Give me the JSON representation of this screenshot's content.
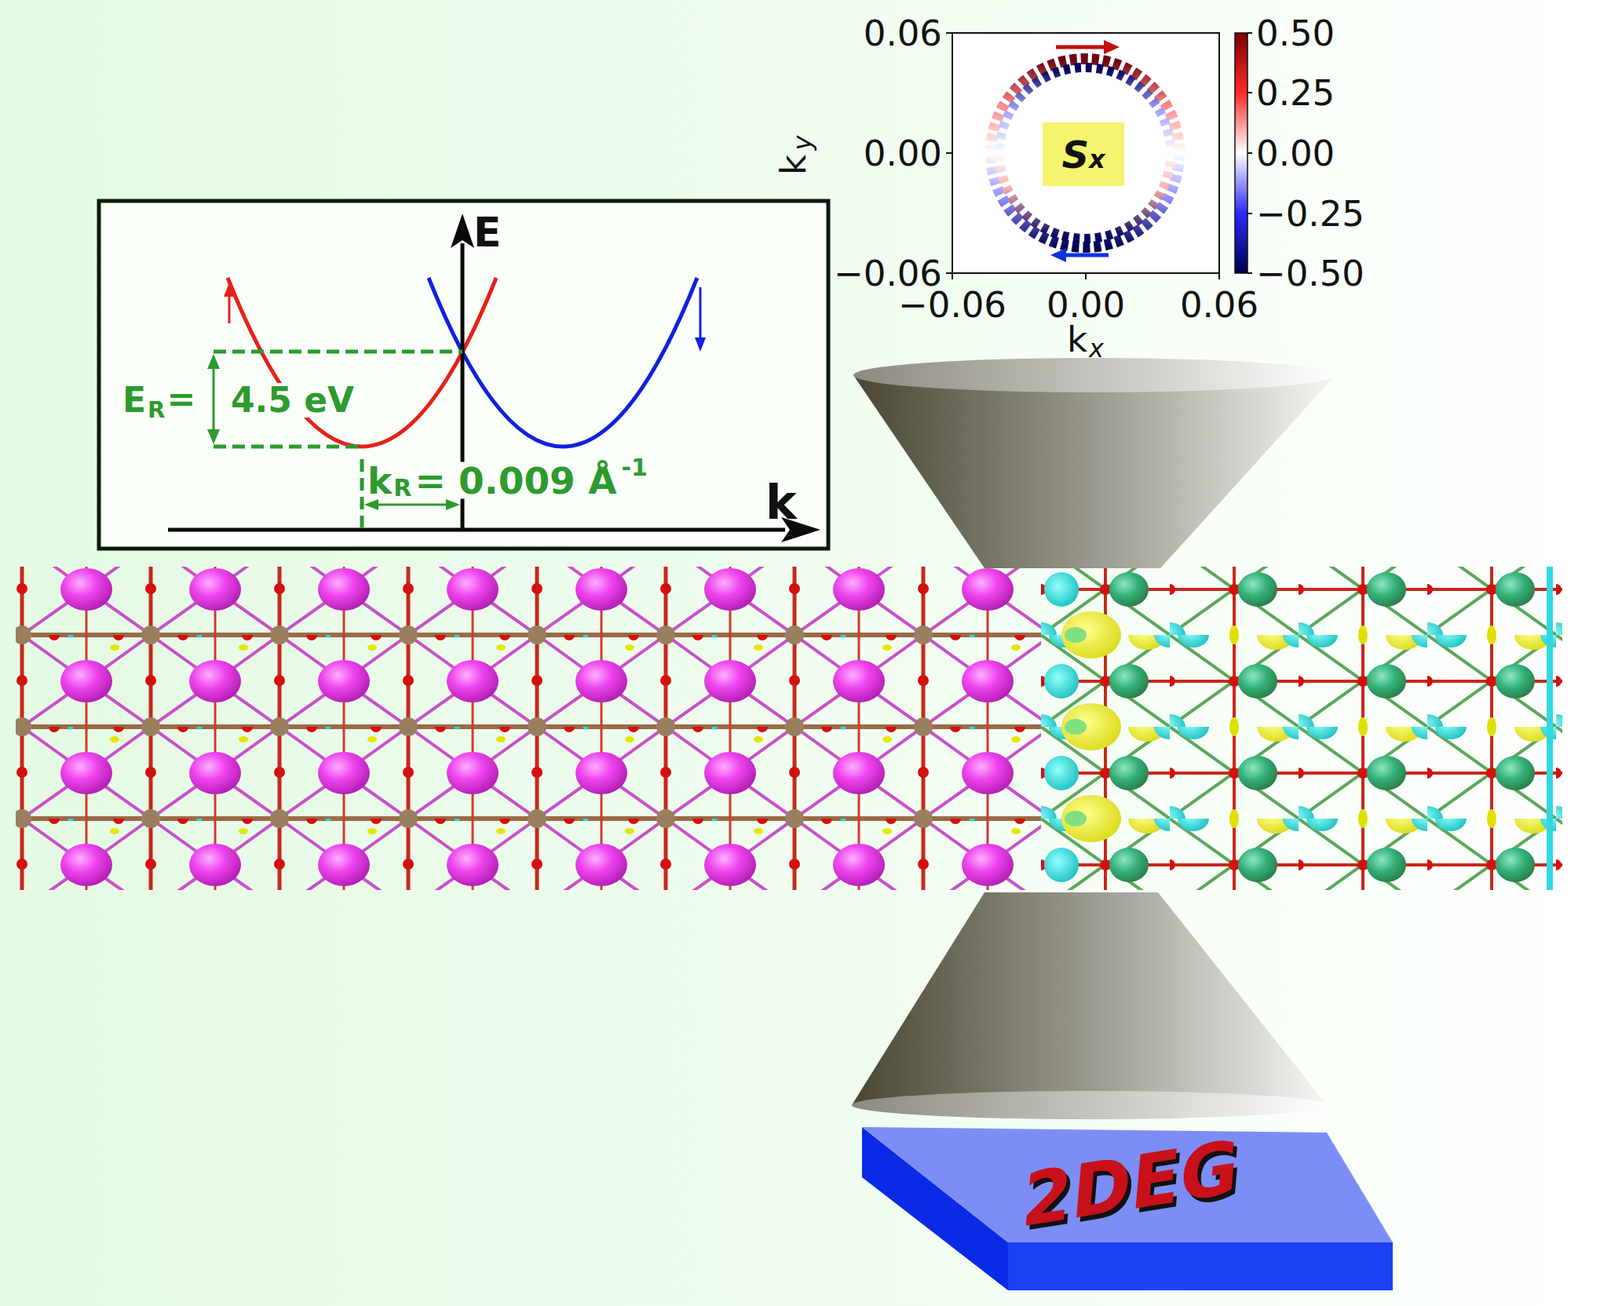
{
  "diagram": {
    "nodes": [
      {
        "text": [
          "S",
          "x"
        ]
      },
      {
        "text": [
          "2DEG"
        ]
      }
    ],
    "labels": [
      "0.06",
      "0.00",
      "−0.06",
      "−0.06",
      "0.00",
      "0.06",
      "k",
      "y",
      "k",
      "x",
      "0.50",
      "0.25",
      "0.00",
      "−0.25",
      "−0.50",
      "E",
      "k",
      "E",
      "R",
      "=",
      "4.5 eV",
      "k",
      "R",
      "= 0.009 Å",
      "-1"
    ]
  }
}
